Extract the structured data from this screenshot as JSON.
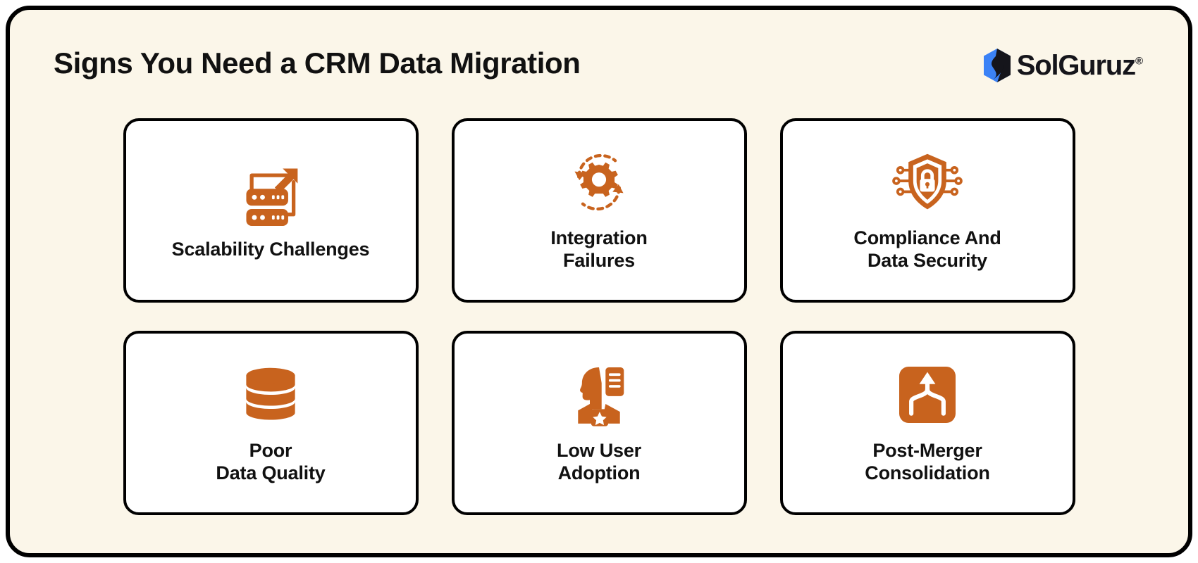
{
  "page": {
    "title": "Signs You Need a CRM Data Migration",
    "background_color": "#FBF6E9",
    "frame_color": "#000000",
    "accent_color": "#C8631E",
    "card_background": "#FFFFFF"
  },
  "logo": {
    "name": "SolGuruz",
    "wordmark": "SolGuruz",
    "trademark": "®",
    "mark_icon": "solguruz-hexagon-bolt-icon",
    "mark_colors": {
      "blue": "#3B82F6",
      "dark": "#15151B"
    }
  },
  "cards": [
    {
      "id": "scalability-challenges",
      "label": "Scalability Challenges",
      "icon": "server-growth-arrow-icon"
    },
    {
      "id": "integration-failures",
      "label": "Integration\nFailures",
      "icon": "gear-sync-arrows-icon"
    },
    {
      "id": "compliance-and-data-security",
      "label": "Compliance And\nData Security",
      "icon": "shield-lock-circuit-icon"
    },
    {
      "id": "poor-data-quality",
      "label": "Poor\nData Quality",
      "icon": "database-stack-icon"
    },
    {
      "id": "low-user-adoption",
      "label": "Low User\nAdoption",
      "icon": "user-profile-checklist-star-icon"
    },
    {
      "id": "post-merger-consolidation",
      "label": "Post-Merger\nConsolidation",
      "icon": "merge-arrow-square-icon"
    }
  ]
}
